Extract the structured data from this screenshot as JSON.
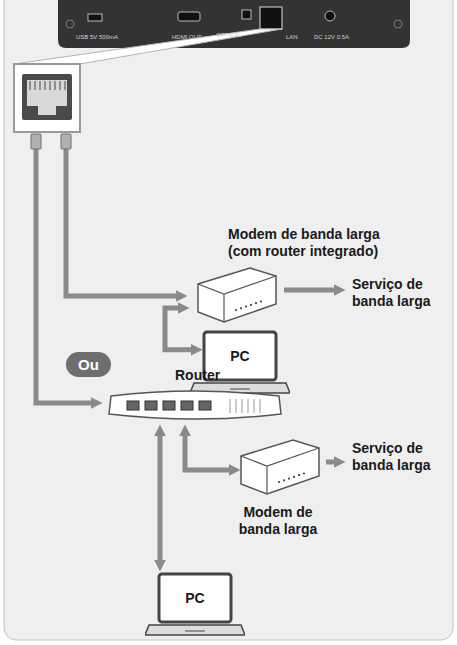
{
  "diagram": {
    "nodes": [
      {
        "text": [
          "Modem de banda larga (com router integrado)"
        ]
      },
      {
        "text": [
          "PC"
        ]
      },
      {
        "text": [
          "Router"
        ]
      },
      {
        "text": [
          "Modem de banda larga"
        ]
      },
      {
        "text": [
          "PC"
        ]
      },
      {
        "text": [
          "Ou"
        ]
      }
    ],
    "edges": [
      {
        "from": 0,
        "to": 1,
        "arrow": "both"
      },
      {
        "from": 2,
        "to": 3,
        "arrow": "both"
      },
      {
        "from": 2,
        "to": 4,
        "arrow": "both"
      }
    ],
    "labels": [
      "USB 5V 500mA",
      "HDMI OUT",
      "OPTICAL",
      "LAN",
      "DC 12V 0.5A",
      "Serviço de banda larga",
      "Serviço de banda larga"
    ]
  }
}
